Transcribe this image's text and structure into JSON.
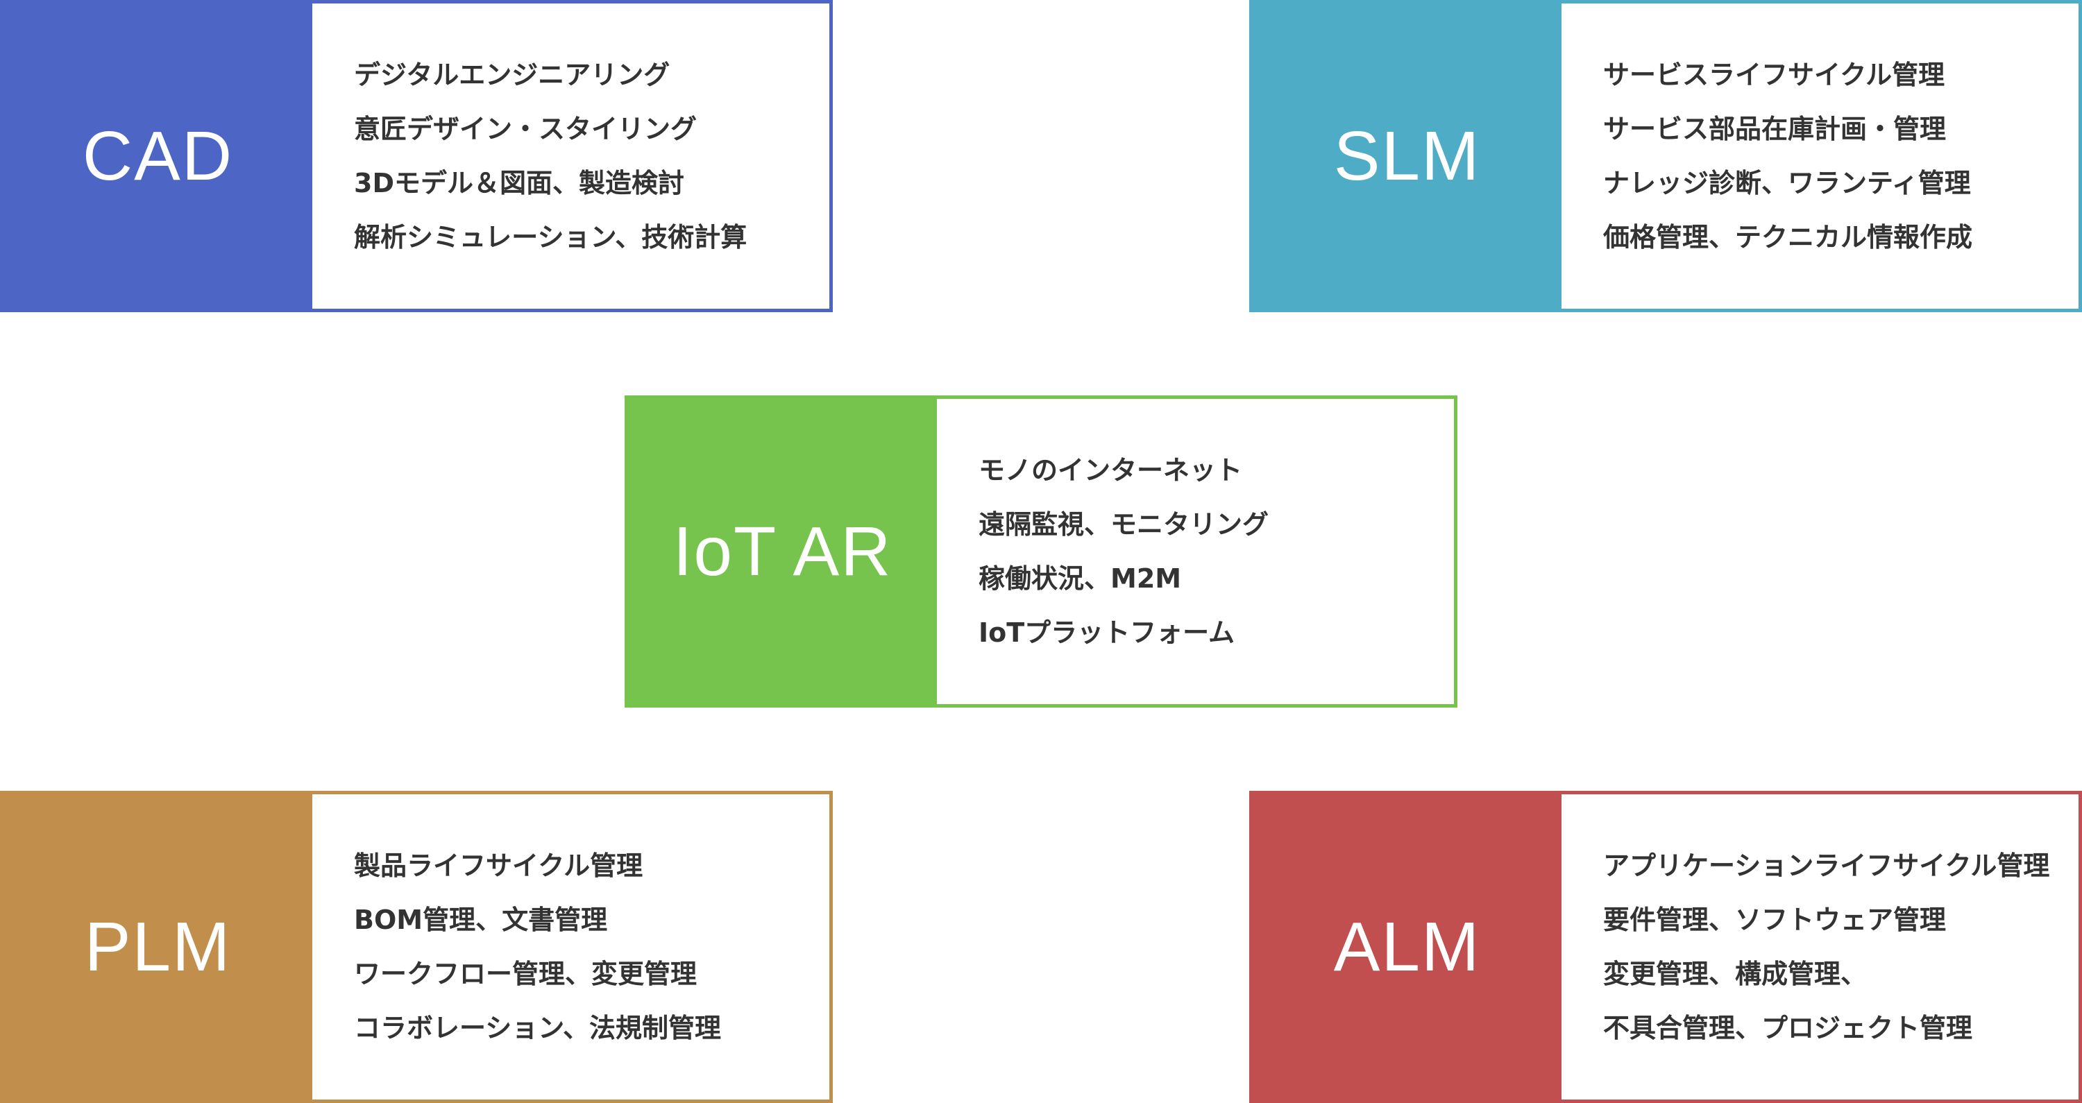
{
  "cards": [
    {
      "key": "cad",
      "title": "CAD",
      "color": "#4d66c5",
      "items": [
        "デジタルエンジニアリング",
        "意匠デザイン・スタイリング",
        "3Dモデル＆図面、製造検討",
        "解析シミュレーション、技術計算"
      ]
    },
    {
      "key": "slm",
      "title": "SLM",
      "color": "#4eacc6",
      "items": [
        "サービスライフサイクル管理",
        "サービス部品在庫計画・管理",
        "ナレッジ診断、ワランティ管理",
        "価格管理、テクニカル情報作成"
      ]
    },
    {
      "key": "iot",
      "title": "IoT AR",
      "color": "#76c44e",
      "items": [
        "モノのインターネット",
        "遠隔監視、モニタリング",
        "稼働状況、M2M",
        "IoTプラットフォーム"
      ]
    },
    {
      "key": "plm",
      "title": "PLM",
      "color": "#c18e4b",
      "items": [
        "製品ライフサイクル管理",
        "BOM管理、文書管理",
        "ワークフロー管理、変更管理",
        "コラボレーション、法規制管理"
      ]
    },
    {
      "key": "alm",
      "title": "ALM",
      "color": "#c24f4f",
      "items": [
        "アプリケーションライフサイクル管理",
        "要件管理、ソフトウェア管理",
        "変更管理、構成管理、",
        "不具合管理、プロジェクト管理"
      ]
    }
  ]
}
